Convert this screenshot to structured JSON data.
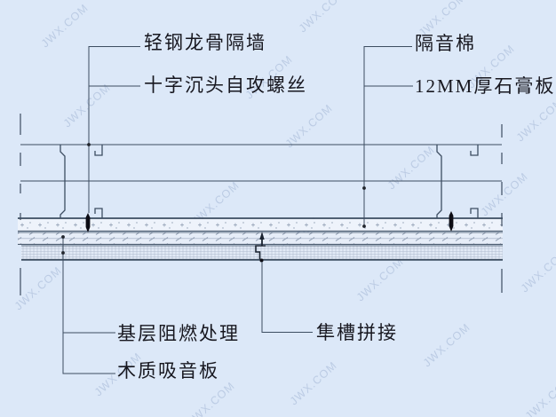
{
  "drawing": {
    "type": "construction-detail-section",
    "colors": {
      "background": "#dce8f8",
      "line": "#3d4d61",
      "hatch": "#8f9db2",
      "text": "#17171f",
      "screw": "#0c0c14",
      "watermark": "#7d96be"
    }
  },
  "watermark": {
    "text": "JWX.COM"
  },
  "labels": {
    "partition": "轻钢龙骨隔墙",
    "screw": "十字沉头自攻螺丝",
    "insulation": "隔音棉",
    "gypsum": "12MM厚石膏板",
    "base_treatment": "基层阻燃处理",
    "joint": "隼槽拼接",
    "acoustic_panel": "木质吸音板"
  }
}
